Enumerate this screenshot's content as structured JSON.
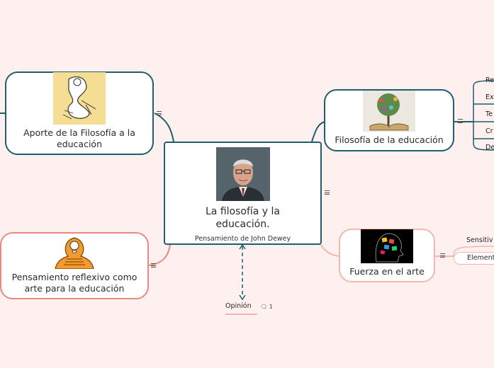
{
  "central": {
    "title": "La filosofía y la educación.",
    "subtitle": "Pensamiento de John Dewey"
  },
  "nodes": {
    "aporte": "Aporte de la Filosofía a la educación",
    "pensamiento": "Pensamiento reflexivo como arte para la educación",
    "filosofia": "Filosofía de la educación",
    "fuerza": "Fuerza en el arte"
  },
  "filosofia_children": [
    "Re",
    "Ex",
    "Te",
    "Cr",
    "De"
  ],
  "fuerza_children": [
    "Sensitiv",
    "Element"
  ],
  "opinion": {
    "label": "Opinión",
    "comment_count": "1"
  },
  "icons": {
    "menu": "menu-icon",
    "comment": "comment-icon"
  },
  "colors": {
    "background": "#fdf0ee",
    "teal": "#1f5e6b",
    "coral": "#e98a80",
    "pale_pink": "#f3b7b0"
  }
}
